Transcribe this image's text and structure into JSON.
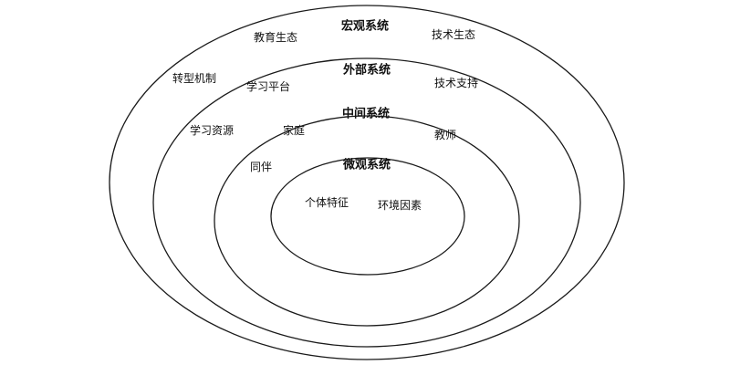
{
  "macro": {
    "title": "宏观系统",
    "items": [
      "教育生态",
      "技术生态",
      "转型机制"
    ]
  },
  "exo": {
    "title": "外部系统",
    "items": [
      "学习平台",
      "技术支持",
      "学习资源"
    ]
  },
  "meso": {
    "title": "中间系统",
    "items": [
      "家庭",
      "教师",
      "同伴"
    ]
  },
  "micro": {
    "title": "微观系统",
    "items": [
      "个体特征",
      "环境因素"
    ]
  }
}
